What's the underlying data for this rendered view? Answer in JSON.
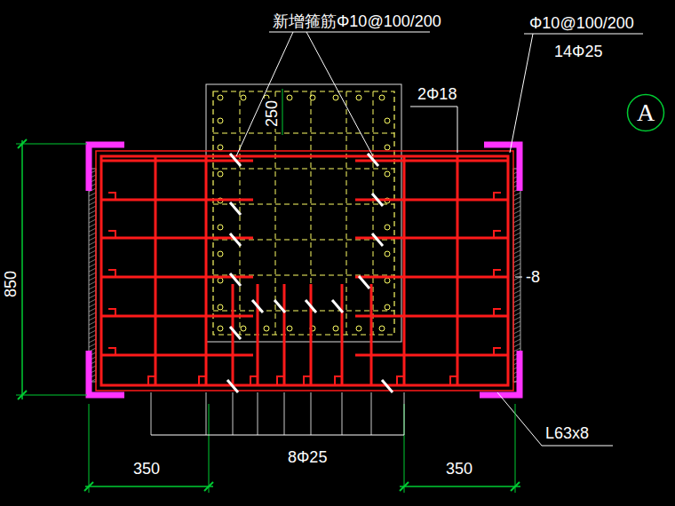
{
  "diagram": {
    "nodes": [
      {
        "text": [
          "A"
        ]
      }
    ],
    "labels": [
      "新增箍筋Φ10@100/200",
      "Φ10@100/200",
      "14Φ25",
      "2Φ18",
      "250",
      "850",
      "-8",
      "8Φ25",
      "350",
      "350",
      "L63x8"
    ]
  }
}
